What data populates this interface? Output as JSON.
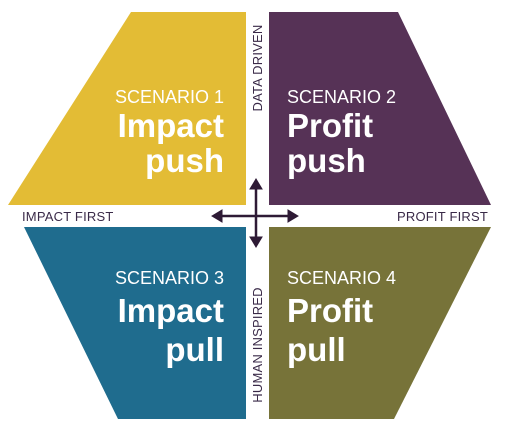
{
  "axes": {
    "top": "DATA DRIVEN",
    "bottom": "HUMAN INSPIRED",
    "left": "IMPACT FIRST",
    "right": "PROFIT FIRST"
  },
  "quadrants": [
    {
      "id": "q1",
      "scenario": "SCENARIO 1",
      "line1": "Impact",
      "line2": "push",
      "color": "#E3BC35"
    },
    {
      "id": "q2",
      "scenario": "SCENARIO 2",
      "line1": "Profit",
      "line2": "push",
      "color": "#563256"
    },
    {
      "id": "q3",
      "scenario": "SCENARIO 3",
      "line1": "Impact",
      "line2": "pull",
      "color": "#1F6C8E"
    },
    {
      "id": "q4",
      "scenario": "SCENARIO 4",
      "line1": "Profit",
      "line2": "pull",
      "color": "#777339"
    }
  ],
  "colors": {
    "axis_text": "#3a2a48",
    "arrows": "#2e1a35"
  }
}
